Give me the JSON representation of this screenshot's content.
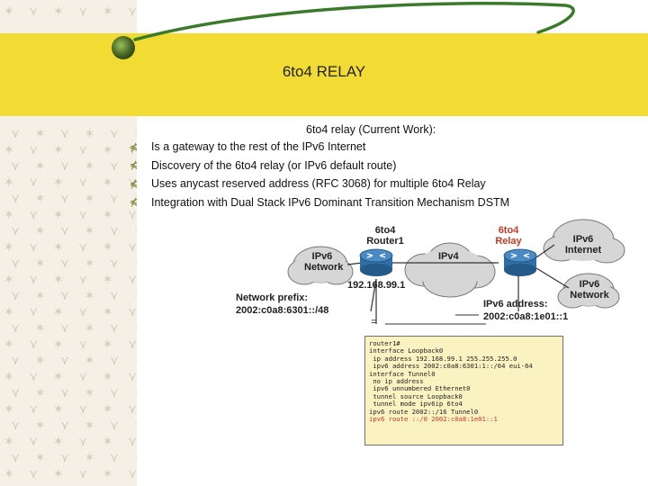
{
  "slide": {
    "title": "6to4  RELAY",
    "subtitle": "6to4 relay (Current Work):",
    "bullets": [
      "Is a gateway to the rest of the IPv6 Internet",
      "Discovery of the 6to4 relay (or IPv6 default route)",
      "Uses anycast reserved address (RFC 3068) for multiple 6to4 Relay",
      "Integration with Dual Stack IPv6 Dominant Transition Mechanism DSTM"
    ]
  },
  "diagram": {
    "ipv6_network_left": [
      "IPv6",
      "Network"
    ],
    "router1": [
      "6to4",
      "Router1"
    ],
    "ipv4": "IPv4",
    "relay": [
      "6to4",
      "Relay"
    ],
    "ipv6_internet": [
      "IPv6",
      "Internet"
    ],
    "ipv6_network_right": [
      "IPv6",
      "Network"
    ],
    "router_ip": "192.168.99.1",
    "network_prefix_label": "Network prefix:",
    "network_prefix_value": "2002:c0a8:6301::/48",
    "ipv6_address_label": "IPv6 address:",
    "ipv6_address_value": "2002:c0a8:1e01::1",
    "equals_marker": "=",
    "config_lines": [
      "router1#",
      "interface Loopback0",
      " ip address 192.168.99.1 255.255.255.0",
      " ipv6 address 2002:c0a8:6301:1::/64 eui-64",
      "interface Tunnel0",
      " no ip address",
      " ipv6 unnumbered Ethernet0",
      " tunnel source Loopback0",
      " tunnel mode ipv6ip 6to4",
      "",
      "ipv6 route 2002::/16 Tunnel0",
      "ipv6 route ::/0 2002:c0a8:1e01::1"
    ]
  },
  "colors": {
    "banner": "#f2dc33",
    "swoosh": "#3a7a2a",
    "relay_label": "#c43a26",
    "router": "#2f6fa8",
    "cloud": "#d4d4d4",
    "config_bg": "#fbf2c2"
  }
}
